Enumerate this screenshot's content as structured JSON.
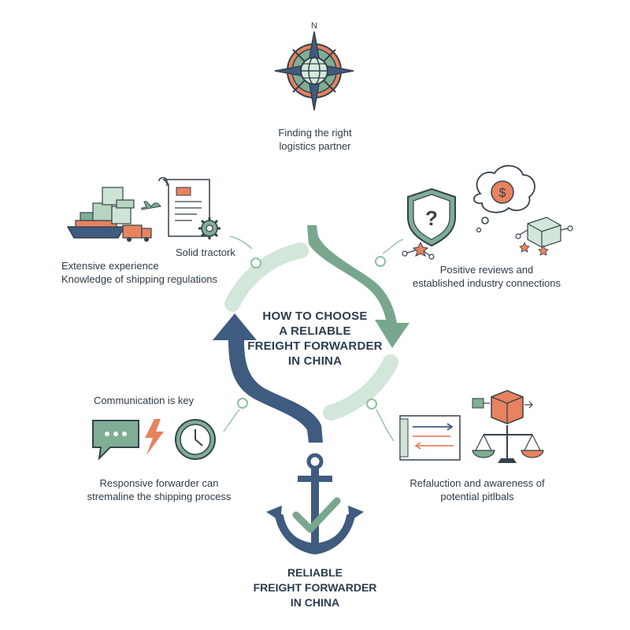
{
  "colors": {
    "navy": "#3e5a7e",
    "sage": "#76a48c",
    "pale_sage": "#cfe2d6",
    "orange": "#e98a63",
    "outline": "#35414b",
    "background": "#ffffff"
  },
  "compass": {
    "north_label": "N",
    "caption_line1": "Finding the right",
    "caption_line2": "logistics partner",
    "icon": "compass-rose-globe-icon"
  },
  "center": {
    "title_line1": "HOW TO CHOOSE",
    "title_line2": "A RELIABLE",
    "title_line3": "FREIGHT FORWARDER",
    "title_line4": "IN CHINA"
  },
  "top_left": {
    "icons": [
      "cargo-ship-icon",
      "containers-icon",
      "airplane-icon",
      "truck-icon",
      "document-icon",
      "gear-icon"
    ],
    "label_track": "Solid tractork",
    "caption_line1": "Extensive experience",
    "caption_line2": "Knowledge of shipping regulations"
  },
  "top_right": {
    "icons": [
      "question-shield-icon",
      "dollar-thought-bubble-icon",
      "star-network-icon",
      "box-network-icon"
    ],
    "caption_line1": "Positive reviews and",
    "caption_line2": "established industry connections"
  },
  "bottom_left": {
    "icons": [
      "chat-bubble-icon",
      "lightning-icon",
      "clock-icon"
    ],
    "heading": "Communication is key",
    "caption_line1": "Responsive forwarder can",
    "caption_line2": "stremaline the shipping process"
  },
  "bottom_right": {
    "icons": [
      "document-arrows-icon",
      "box-icon",
      "balance-scale-icon"
    ],
    "caption_line1": "Refaluction and awareness of",
    "caption_line2": "potential pitlbals"
  },
  "result": {
    "icon": "anchor-check-icon",
    "title_line1": "RELIABLE",
    "title_line2": "FREIGHT FORWARDER",
    "title_line3": "IN CHINA"
  }
}
